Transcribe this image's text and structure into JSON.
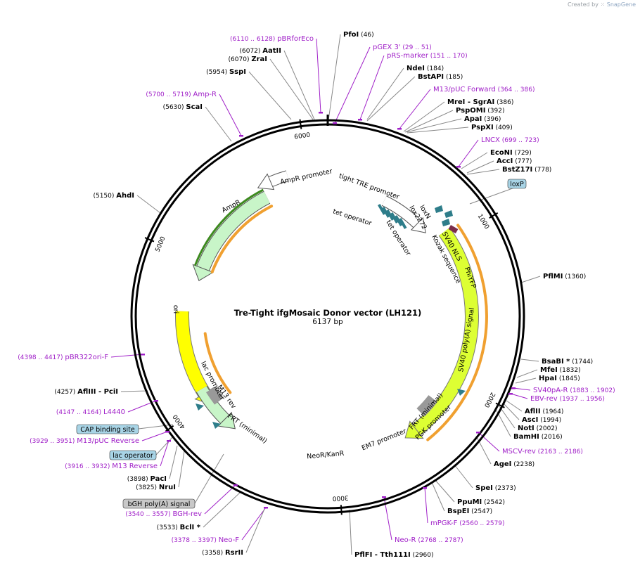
{
  "watermark": {
    "prefix": "Created by",
    "brand": "SnapGene"
  },
  "map": {
    "title": "Tre-Tight ifgMosaic Donor vector (LH121)",
    "length_label": "6137 bp",
    "length": 6137,
    "ticks": [
      "1000",
      "2000",
      "3000",
      "4000",
      "5000",
      "6000"
    ]
  },
  "colors": {
    "enzyme": "#000000",
    "primer": "#a020c8",
    "feature_green": "#c8f5c8",
    "feature_yellow": "#ffff00",
    "orange": "#f0a030",
    "grey": "#9aa0a6",
    "teal": "#2e7d8a"
  },
  "features": [
    {
      "name": "AmpR promoter",
      "kind": "promoter"
    },
    {
      "name": "AmpR",
      "kind": "cds"
    },
    {
      "name": "ori",
      "kind": "origin"
    },
    {
      "name": "tight TRE promoter",
      "kind": "promoter"
    },
    {
      "name": "tet operator",
      "kind": "operator"
    },
    {
      "name": "tet operator",
      "kind": "operator"
    },
    {
      "name": "loxN",
      "kind": "site"
    },
    {
      "name": "lox2272",
      "kind": "site"
    },
    {
      "name": "SV40 NLS",
      "kind": "site"
    },
    {
      "name": "Kozak sequence",
      "kind": "site"
    },
    {
      "name": "PhiYFP",
      "kind": "cds"
    },
    {
      "name": "SV40 poly(A) signal",
      "kind": "terminator"
    },
    {
      "name": "FRT (minimal)",
      "kind": "site"
    },
    {
      "name": "PGK promoter",
      "kind": "promoter"
    },
    {
      "name": "EM7 promoter",
      "kind": "promoter"
    },
    {
      "name": "NeoR/KanR",
      "kind": "cds"
    },
    {
      "name": "FRT (minimal)",
      "kind": "site"
    },
    {
      "name": "M13 rev",
      "kind": "primer"
    },
    {
      "name": "lac promoter",
      "kind": "promoter"
    }
  ],
  "boxed_labels": [
    "loxP",
    "CAP binding site",
    "lac operator",
    "bGH poly(A) signal"
  ],
  "sites": [
    {
      "name": "pBRforEco",
      "pos": "(6110 .. 6128)",
      "type": "primer"
    },
    {
      "name": "PfoI",
      "pos": "(46)",
      "type": "enzyme"
    },
    {
      "name": "pGEX 3'",
      "pos": "(29 .. 51)",
      "type": "primer"
    },
    {
      "name": "pRS-marker",
      "pos": "(151 .. 170)",
      "type": "primer"
    },
    {
      "name": "AatII",
      "pos": "(6072)",
      "type": "enzyme"
    },
    {
      "name": "ZraI",
      "pos": "(6070)",
      "type": "enzyme"
    },
    {
      "name": "NdeI",
      "pos": "(184)",
      "type": "enzyme"
    },
    {
      "name": "BstAPI",
      "pos": "(185)",
      "type": "enzyme"
    },
    {
      "name": "SspI",
      "pos": "(5954)",
      "type": "enzyme"
    },
    {
      "name": "M13/pUC Forward",
      "pos": "(364 .. 386)",
      "type": "primer"
    },
    {
      "name": "Amp-R",
      "pos": "(5700 .. 5719)",
      "type": "primer"
    },
    {
      "name": "MreI  - SgrAI",
      "pos": "(386)",
      "type": "enzyme"
    },
    {
      "name": "ScaI",
      "pos": "(5630)",
      "type": "enzyme"
    },
    {
      "name": "PspOMI",
      "pos": "(392)",
      "type": "enzyme"
    },
    {
      "name": "ApaI",
      "pos": "(396)",
      "type": "enzyme"
    },
    {
      "name": "PspXI",
      "pos": "(409)",
      "type": "enzyme"
    },
    {
      "name": "LNCX",
      "pos": "(699 .. 723)",
      "type": "primer"
    },
    {
      "name": "EcoNI",
      "pos": "(729)",
      "type": "enzyme"
    },
    {
      "name": "AccI",
      "pos": "(777)",
      "type": "enzyme"
    },
    {
      "name": "BstZ17I",
      "pos": "(778)",
      "type": "enzyme"
    },
    {
      "name": "AhdI",
      "pos": "(5150)",
      "type": "enzyme"
    },
    {
      "name": "PflMI",
      "pos": "(1360)",
      "type": "enzyme"
    },
    {
      "name": "pBR322ori-F",
      "pos": "(4398 .. 4417)",
      "type": "primer"
    },
    {
      "name": "BsaBI *",
      "pos": "(1744)",
      "type": "enzyme"
    },
    {
      "name": "MfeI",
      "pos": "(1832)",
      "type": "enzyme"
    },
    {
      "name": "HpaI",
      "pos": "(1845)",
      "type": "enzyme"
    },
    {
      "name": "AflIII  - PciI",
      "pos": "(4257)",
      "type": "enzyme"
    },
    {
      "name": "SV40pA-R",
      "pos": "(1883 .. 1902)",
      "type": "primer"
    },
    {
      "name": "EBV-rev",
      "pos": "(1937 .. 1956)",
      "type": "primer"
    },
    {
      "name": "L4440",
      "pos": "(4147 .. 4164)",
      "type": "primer"
    },
    {
      "name": "AflII",
      "pos": "(1964)",
      "type": "enzyme"
    },
    {
      "name": "AscI",
      "pos": "(1994)",
      "type": "enzyme"
    },
    {
      "name": "NotI",
      "pos": "(2002)",
      "type": "enzyme"
    },
    {
      "name": "BamHI",
      "pos": "(2016)",
      "type": "enzyme"
    },
    {
      "name": "M13/pUC Reverse",
      "pos": "(3929 .. 3951)",
      "type": "primer"
    },
    {
      "name": "MSCV-rev",
      "pos": "(2163 .. 2186)",
      "type": "primer"
    },
    {
      "name": "M13 Reverse",
      "pos": "(3916 .. 3932)",
      "type": "primer"
    },
    {
      "name": "AgeI",
      "pos": "(2238)",
      "type": "enzyme"
    },
    {
      "name": "PacI",
      "pos": "(3898)",
      "type": "enzyme"
    },
    {
      "name": "NruI",
      "pos": "(3825)",
      "type": "enzyme"
    },
    {
      "name": "SpeI",
      "pos": "(2373)",
      "type": "enzyme"
    },
    {
      "name": "PpuMI",
      "pos": "(2542)",
      "type": "enzyme"
    },
    {
      "name": "BspEI",
      "pos": "(2547)",
      "type": "enzyme"
    },
    {
      "name": "BGH-rev",
      "pos": "(3540 .. 3557)",
      "type": "primer"
    },
    {
      "name": "mPGK-F",
      "pos": "(2560 .. 2579)",
      "type": "primer"
    },
    {
      "name": "BclI *",
      "pos": "(3533)",
      "type": "enzyme"
    },
    {
      "name": "Neo-F",
      "pos": "(3378 .. 3397)",
      "type": "primer"
    },
    {
      "name": "Neo-R",
      "pos": "(2768 .. 2787)",
      "type": "primer"
    },
    {
      "name": "RsrII",
      "pos": "(3358)",
      "type": "enzyme"
    },
    {
      "name": "PflFI  - Tth111I",
      "pos": "(2960)",
      "type": "enzyme"
    }
  ]
}
